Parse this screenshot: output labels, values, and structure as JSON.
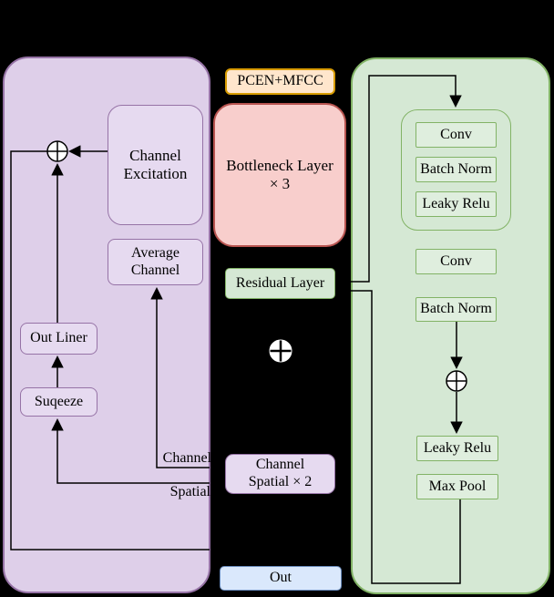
{
  "left_panel": {
    "channel_excitation": "Channel Excitation",
    "average_channel": "Average Channel",
    "out_liner": "Out Liner",
    "suqeeze": "Suqeeze",
    "channel_label": "Channel",
    "spatial_label": "Spatial"
  },
  "middle_column": {
    "pcen_mfcc": "PCEN+MFCC",
    "bottleneck_line1": "Bottleneck Layer",
    "bottleneck_line2": "× 3",
    "residual_layer": "Residual Layer",
    "channel_spatial_line1": "Channel",
    "channel_spatial_line2": "Spatial  ×  2",
    "out": "Out"
  },
  "right_panel": {
    "conv1": "Conv",
    "batch_norm1": "Batch Norm",
    "leaky_relu1": "Leaky Relu",
    "conv2": "Conv",
    "batch_norm2": "Batch Norm",
    "leaky_relu2": "Leaky Relu",
    "max_pool": "Max Pool"
  },
  "colors": {
    "bg": "#000000",
    "purple_fill": "#DECFE9",
    "purple_box_fill": "#E6DAF0",
    "purple_border": "#9673A6",
    "green_fill": "#D5E8D4",
    "green_box_fill": "#DFEEDE",
    "green_border": "#82B366",
    "orange_fill": "#FFE6CC",
    "orange_border": "#D79B00",
    "red_fill": "#F8CECC",
    "red_border": "#B85450",
    "blue_fill": "#DAE8FC",
    "blue_border": "#6C8EBF",
    "line": "#000000",
    "node_fill": "#FFFFFF",
    "text": "#000000"
  }
}
